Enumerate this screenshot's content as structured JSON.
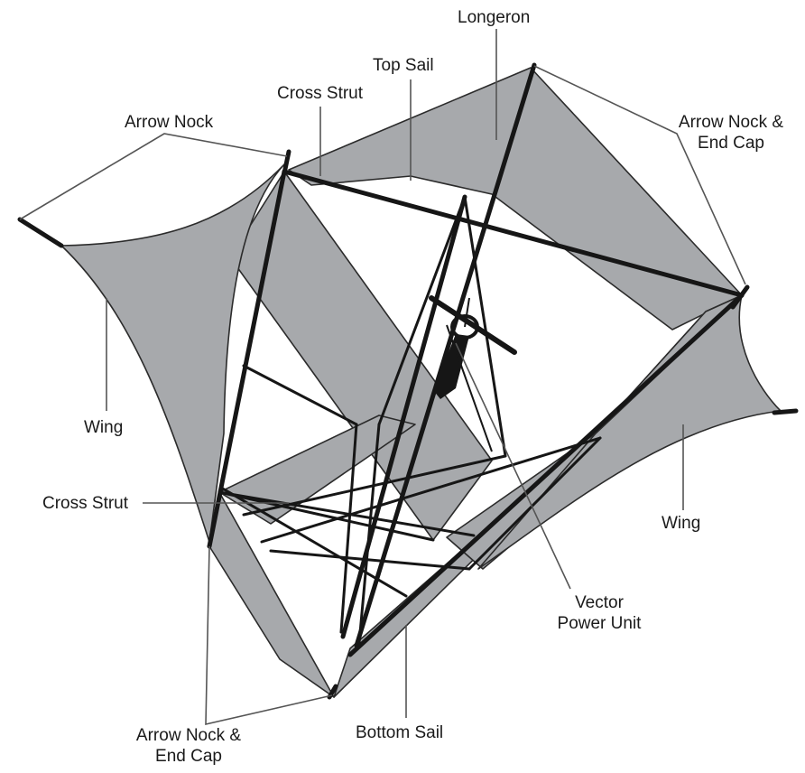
{
  "labels": {
    "longeron": "Longeron",
    "top_sail": "Top Sail",
    "cross_strut_top": "Cross Strut",
    "arrow_nock": "Arrow Nock",
    "arrow_nock_end_cap_right_line1": "Arrow Nock &",
    "arrow_nock_end_cap_right_line2": "End Cap",
    "wing_left": "Wing",
    "wing_right": "Wing",
    "cross_strut_left": "Cross Strut",
    "vector_power_unit_line1": "Vector",
    "vector_power_unit_line2": "Power Unit",
    "bottom_sail": "Bottom Sail",
    "arrow_nock_end_cap_bottom_line1": "Arrow Nock &",
    "arrow_nock_end_cap_bottom_line2": "End Cap"
  },
  "colors": {
    "sail": "#a7a9ac",
    "frame": "#161616",
    "leader": "#555555",
    "background": "#ffffff"
  }
}
